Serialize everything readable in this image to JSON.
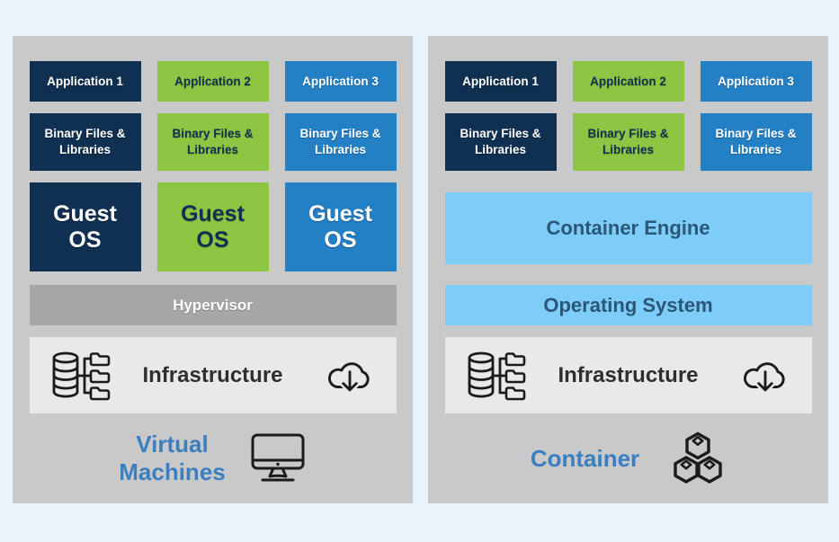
{
  "colors": {
    "page_bg": "#e8f3fc",
    "panel_bg": "#c9c9c9",
    "navy": "#0f3050",
    "green": "#8dc642",
    "blue": "#2480c4",
    "gray_bar": "#a6a6a6",
    "infra_bg": "#e9e9e9",
    "sky": "#7ecdf9",
    "sky_text": "#2a5677",
    "title_blue": "#3b7fc0",
    "icon_dark": "#1b1b1b",
    "infra_text": "#2e2e2e"
  },
  "vm": {
    "apps": [
      "Application 1",
      "Application 2",
      "Application 3"
    ],
    "binaries": [
      "Binary Files &\nLibraries",
      "Binary Files &\nLibraries",
      "Binary Files &\nLibraries"
    ],
    "guest_os": [
      "Guest\nOS",
      "Guest\nOS",
      "Guest\nOS"
    ],
    "hypervisor": "Hypervisor",
    "infrastructure": "Infrastructure",
    "title": "Virtual\nMachines"
  },
  "container": {
    "apps": [
      "Application 1",
      "Application 2",
      "Application 3"
    ],
    "binaries": [
      "Binary Files &\nLibraries",
      "Binary Files &\nLibraries",
      "Binary Files &\nLibraries"
    ],
    "container_engine": "Container Engine",
    "operating_system": "Operating System",
    "infrastructure": "Infrastructure",
    "title": "Container"
  },
  "icons": {
    "vm_infra_left": "database-folder-tree-icon",
    "vm_infra_right": "cloud-download-icon",
    "vm_title": "desktop-monitor-icon",
    "container_infra_left": "database-folder-tree-icon",
    "container_infra_right": "cloud-download-icon",
    "container_title": "stacked-cubes-icon"
  }
}
